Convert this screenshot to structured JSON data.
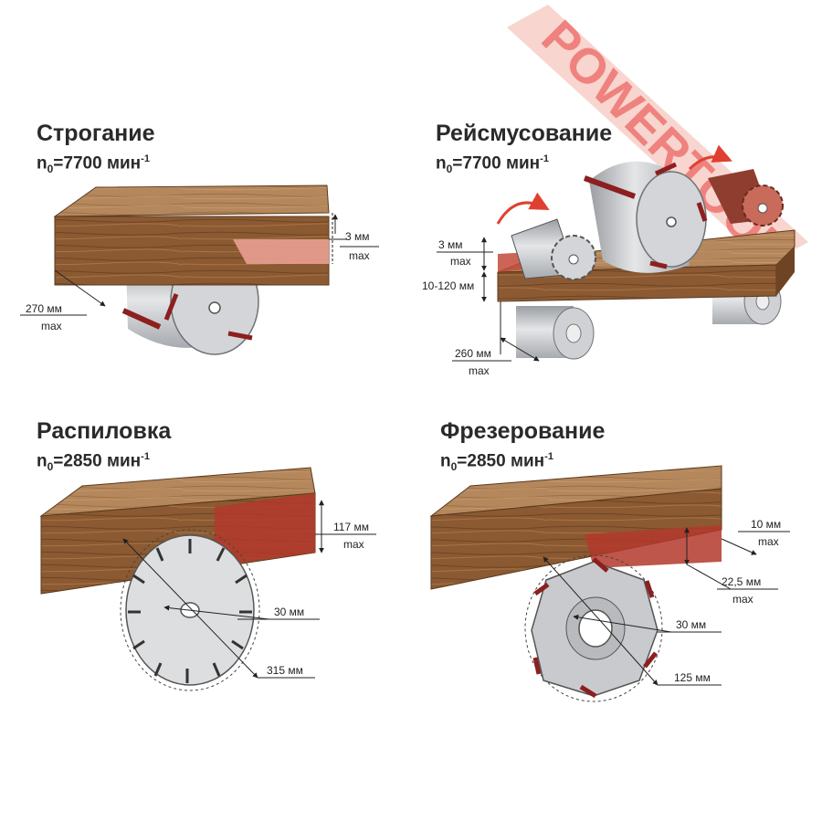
{
  "watermark": "POWERTOOL",
  "panels": {
    "planing": {
      "title": "Строгание",
      "speed_prefix": "n",
      "speed_sub": "0",
      "speed_value": "=7700 мин",
      "speed_sup": "-1",
      "dims": [
        {
          "value": "3 мм",
          "unit": "max"
        },
        {
          "value": "270 мм",
          "unit": "max"
        }
      ]
    },
    "thicknessing": {
      "title": "Рейсмусование",
      "speed_prefix": "n",
      "speed_sub": "0",
      "speed_value": "=7700 мин",
      "speed_sup": "-1",
      "dims": [
        {
          "value": "3 мм",
          "unit": "max"
        },
        {
          "value": "10-120 мм"
        },
        {
          "value": "260 мм",
          "unit": "max"
        }
      ]
    },
    "sawing": {
      "title": "Распиловка",
      "speed_prefix": "n",
      "speed_sub": "0",
      "speed_value": "=2850 мин",
      "speed_sup": "-1",
      "dims": [
        {
          "value": "117 мм",
          "unit": "max"
        },
        {
          "value": "30 мм"
        },
        {
          "value": "315 мм"
        }
      ]
    },
    "milling": {
      "title": "Фрезерование",
      "speed_prefix": "n",
      "speed_sub": "0",
      "speed_value": "=2850 мин",
      "speed_sup": "-1",
      "dims": [
        {
          "value": "10 мм",
          "unit": "max"
        },
        {
          "value": "22,5 мм",
          "unit": "max"
        },
        {
          "value": "30 мм"
        },
        {
          "value": "125 мм"
        }
      ]
    }
  },
  "colors": {
    "wood_front": "#8b5a32",
    "wood_top": "#b4875c",
    "wood_side": "#6e4424",
    "cut_red": "#b9382c",
    "cut_pink": "#e9a89c",
    "steel": "#c7c9cc",
    "knife": "#8c1f1f",
    "arrow_red": "#e0402f"
  }
}
